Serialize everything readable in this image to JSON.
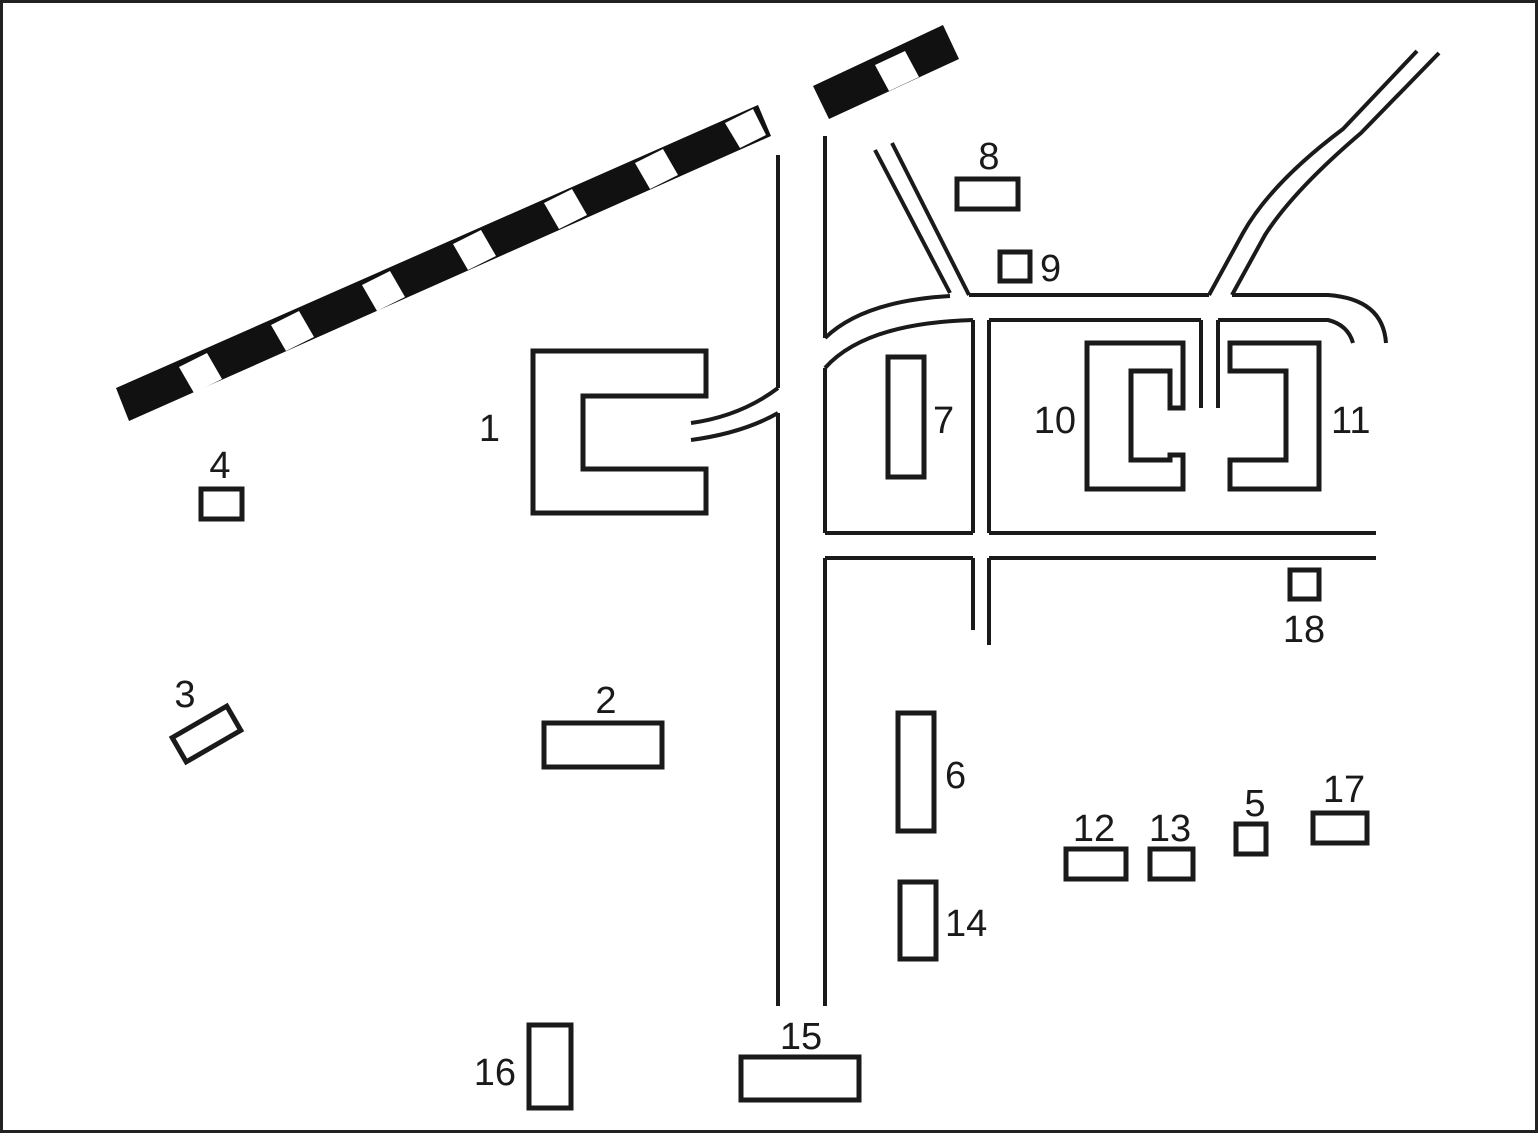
{
  "map": {
    "ink_color": "#1a1a1a",
    "background_color": "#ffffff",
    "railway_colors": {
      "track": "#111111",
      "gap": "#ffffff"
    },
    "buildings": [
      {
        "id": "1",
        "label": "1"
      },
      {
        "id": "2",
        "label": "2"
      },
      {
        "id": "3",
        "label": "3"
      },
      {
        "id": "4",
        "label": "4"
      },
      {
        "id": "5",
        "label": "5"
      },
      {
        "id": "6",
        "label": "6"
      },
      {
        "id": "7",
        "label": "7"
      },
      {
        "id": "8",
        "label": "8"
      },
      {
        "id": "9",
        "label": "9"
      },
      {
        "id": "10",
        "label": "10"
      },
      {
        "id": "11",
        "label": "11"
      },
      {
        "id": "12",
        "label": "12"
      },
      {
        "id": "13",
        "label": "13"
      },
      {
        "id": "14",
        "label": "14"
      },
      {
        "id": "15",
        "label": "15"
      },
      {
        "id": "16",
        "label": "16"
      },
      {
        "id": "17",
        "label": "17"
      },
      {
        "id": "18",
        "label": "18"
      }
    ]
  }
}
